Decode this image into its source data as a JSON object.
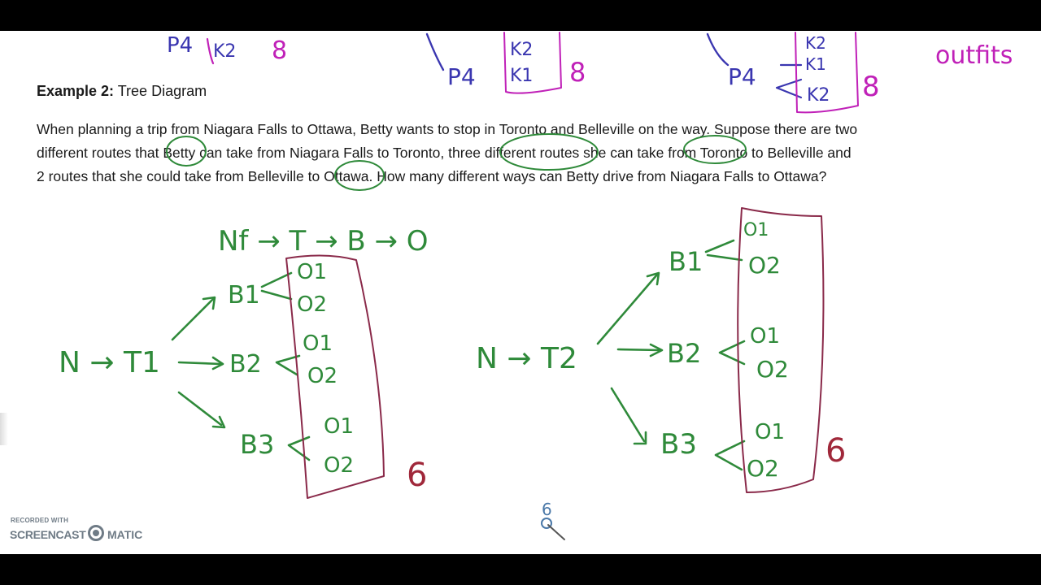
{
  "heading": {
    "bold": "Example 2:",
    "rest": " Tree Diagram"
  },
  "problem": "When planning a trip from Niagara Falls to Ottawa, Betty wants to stop in Toronto and Belleville on the way. Suppose there are two different routes that Betty can take from Niagara Falls to Toronto, three different routes she can take from Toronto to Belleville and 2 routes that she could take from Belleville to Ottawa.  How many different ways can Betty drive from Niagara Falls to Ottawa?",
  "top_notes": {
    "left": {
      "p": "P4",
      "k": "K2",
      "count": "8"
    },
    "middle": {
      "p": "P4",
      "k1": "K2",
      "k2": "K1",
      "count": "8"
    },
    "right": {
      "p": "P4",
      "k0": "K2",
      "k1": "K1",
      "k2": "K2",
      "count": "8"
    },
    "outfits": "outfits"
  },
  "sequence_label": "Nf → T → B → O",
  "tree1": {
    "root": "N → T1",
    "branches": [
      {
        "label": "B1",
        "leaves": [
          "O1",
          "O2"
        ]
      },
      {
        "label": "B2",
        "leaves": [
          "O1",
          "O2"
        ]
      },
      {
        "label": "B3",
        "leaves": [
          "O1",
          "O2"
        ]
      }
    ],
    "count": "6"
  },
  "tree2": {
    "root": "N → T2",
    "branches": [
      {
        "label": "B1",
        "leaves": [
          "O1",
          "O2"
        ]
      },
      {
        "label": "B2",
        "leaves": [
          "O1",
          "O2"
        ]
      },
      {
        "label": "B3",
        "leaves": [
          "O1",
          "O2"
        ]
      }
    ],
    "count": "6"
  },
  "watermark": {
    "small": "RECORDED WITH",
    "left": "SCREENCAST",
    "right": "MATIC"
  },
  "cursor_mark": "6"
}
